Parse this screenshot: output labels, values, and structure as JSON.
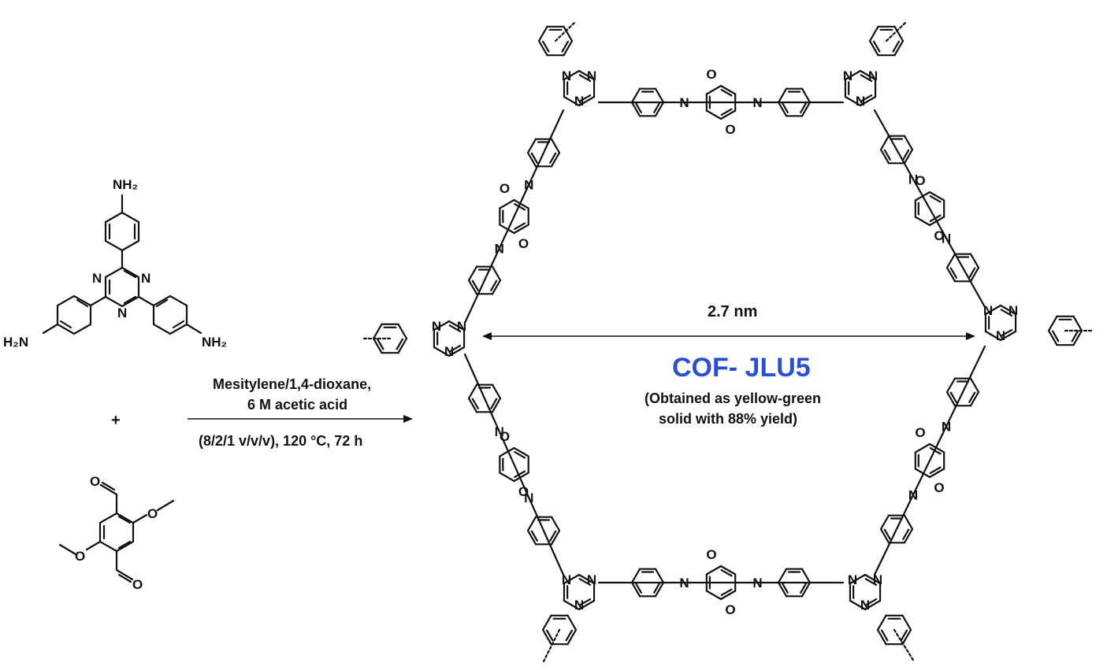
{
  "atoms": {
    "nh2": "NH₂",
    "h2n": "H₂N",
    "n": "N",
    "o": "O"
  },
  "reaction": {
    "plus": "+",
    "condition_line1": "Mesitylene/1,4-dioxane,",
    "condition_line2": "6 M acetic acid",
    "condition_line3": "(8/2/1 v/v/v), 120 °C, 72 h"
  },
  "product": {
    "pore_size": "2.7 nm",
    "name": "COF- JLU5",
    "note_line1": "(Obtained as yellow-green",
    "note_line2": "solid with 88% yield)"
  },
  "colors": {
    "ink": "#111111",
    "accent": "#2a4fd6",
    "background": "#ffffff"
  }
}
